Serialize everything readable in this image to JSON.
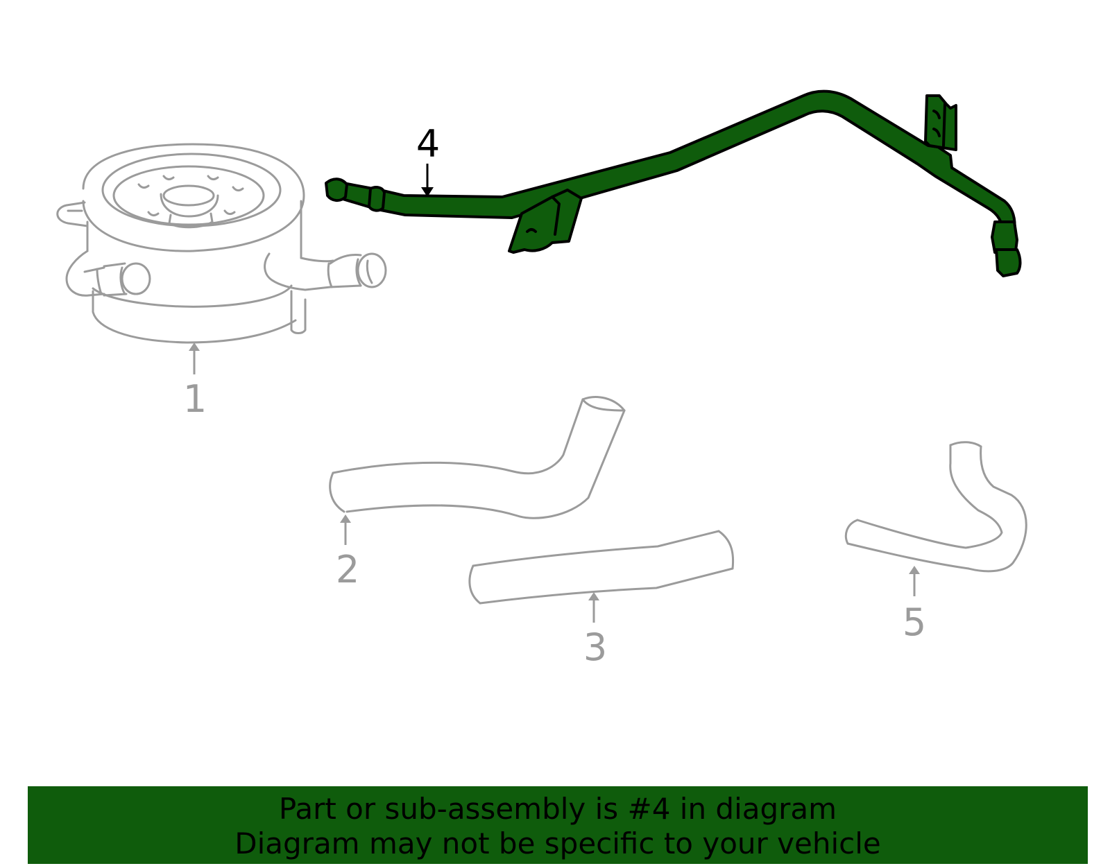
{
  "colors": {
    "highlight": "#0f5c0c",
    "outline_grey": "#9b9b9b",
    "banner_bg": "#0f5c0c",
    "banner_text": "#000000"
  },
  "callouts": {
    "part_1": "1",
    "part_2": "2",
    "part_3": "3",
    "part_4": "4",
    "part_5": "5"
  },
  "banner": {
    "line1": "Part or sub-assembly is #4 in diagram",
    "line2": "Diagram may not be specific to your vehicle"
  }
}
